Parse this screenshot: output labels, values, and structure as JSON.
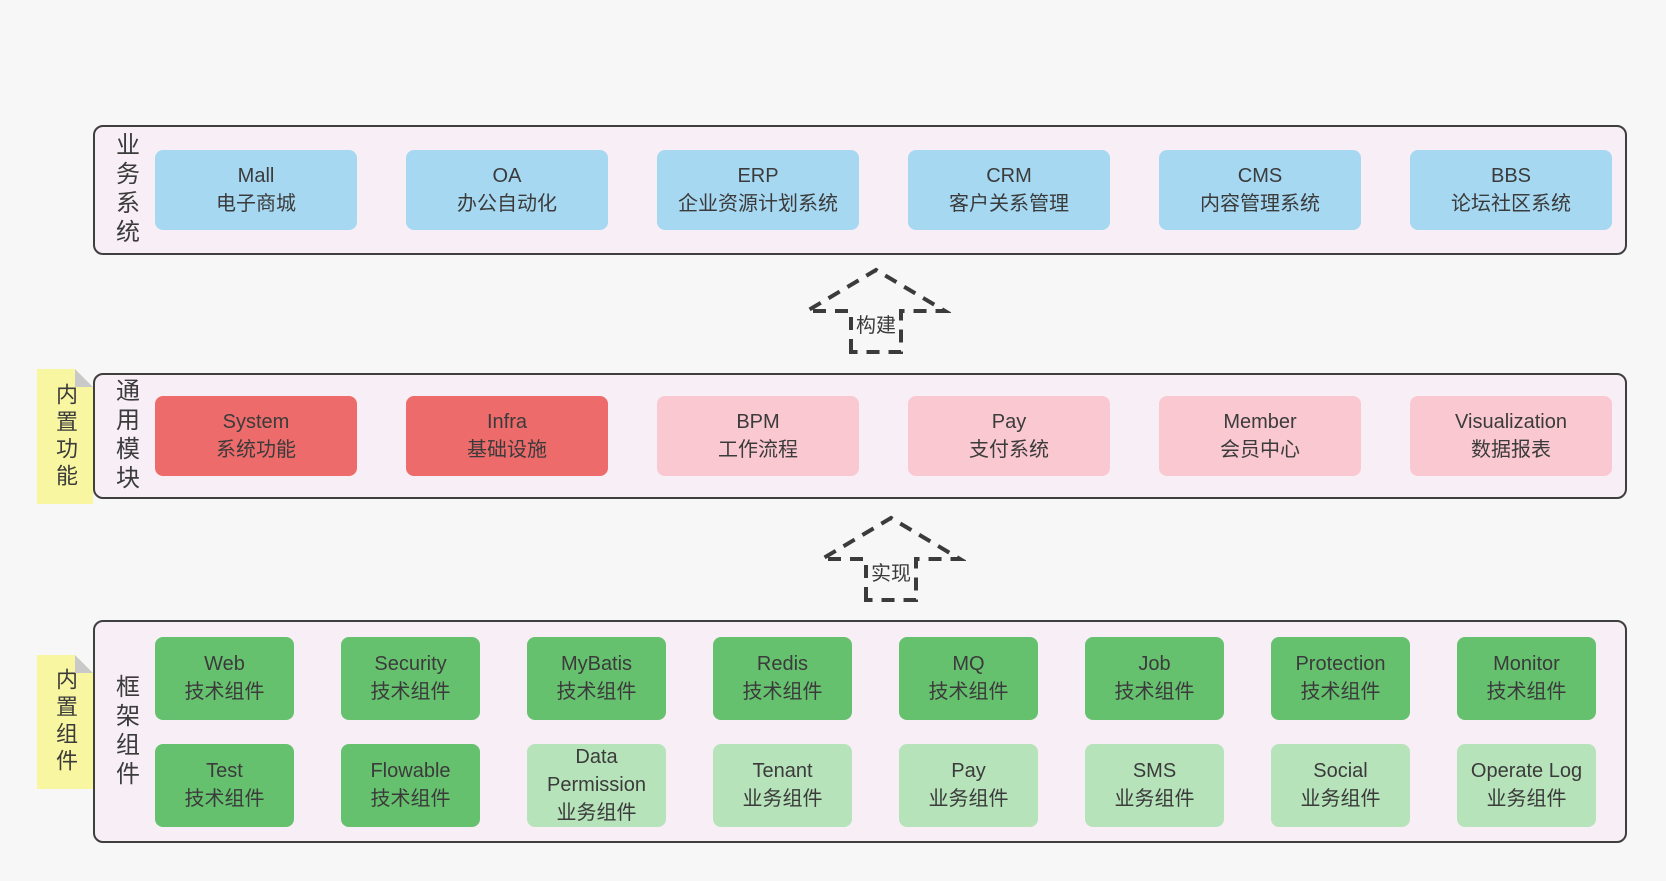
{
  "diagram": {
    "layers": [
      {
        "label": "业务系统",
        "boxes": [
          {
            "name": "Mall",
            "desc": "电子商城",
            "tone": "blue"
          },
          {
            "name": "OA",
            "desc": "办公自动化",
            "tone": "blue"
          },
          {
            "name": "ERP",
            "desc": "企业资源计划系统",
            "tone": "blue"
          },
          {
            "name": "CRM",
            "desc": "客户关系管理",
            "tone": "blue"
          },
          {
            "name": "CMS",
            "desc": "内容管理系统",
            "tone": "blue"
          },
          {
            "name": "BBS",
            "desc": "论坛社区系统",
            "tone": "blue"
          }
        ]
      },
      {
        "label": "通用模块",
        "tab": "内置功能",
        "boxes": [
          {
            "name": "System",
            "desc": "系统功能",
            "tone": "red"
          },
          {
            "name": "Infra",
            "desc": "基础设施",
            "tone": "red"
          },
          {
            "name": "BPM",
            "desc": "工作流程",
            "tone": "pink"
          },
          {
            "name": "Pay",
            "desc": "支付系统",
            "tone": "pink"
          },
          {
            "name": "Member",
            "desc": "会员中心",
            "tone": "pink"
          },
          {
            "name": "Visualization",
            "desc": "数据报表",
            "tone": "pink"
          }
        ]
      },
      {
        "label": "框架组件",
        "tab": "内置组件",
        "rows": [
          [
            {
              "name": "Web",
              "desc": "技术组件",
              "tone": "green"
            },
            {
              "name": "Security",
              "desc": "技术组件",
              "tone": "green"
            },
            {
              "name": "MyBatis",
              "desc": "技术组件",
              "tone": "green"
            },
            {
              "name": "Redis",
              "desc": "技术组件",
              "tone": "green"
            },
            {
              "name": "MQ",
              "desc": "技术组件",
              "tone": "green"
            },
            {
              "name": "Job",
              "desc": "技术组件",
              "tone": "green"
            },
            {
              "name": "Protection",
              "desc": "技术组件",
              "tone": "green"
            },
            {
              "name": "Monitor",
              "desc": "技术组件",
              "tone": "green"
            }
          ],
          [
            {
              "name": "Test",
              "desc": "技术组件",
              "tone": "green"
            },
            {
              "name": "Flowable",
              "desc": "技术组件",
              "tone": "green"
            },
            {
              "name": "Data Permission",
              "desc": "业务组件",
              "tone": "light-green"
            },
            {
              "name": "Tenant",
              "desc": "业务组件",
              "tone": "light-green"
            },
            {
              "name": "Pay",
              "desc": "业务组件",
              "tone": "light-green"
            },
            {
              "name": "SMS",
              "desc": "业务组件",
              "tone": "light-green"
            },
            {
              "name": "Social",
              "desc": "业务组件",
              "tone": "light-green"
            },
            {
              "name": "Operate Log",
              "desc": "业务组件",
              "tone": "light-green"
            }
          ]
        ]
      }
    ],
    "arrows": [
      {
        "label": "构建"
      },
      {
        "label": "实现"
      }
    ],
    "colors": {
      "page_bg": "#f7f7f7",
      "container_bg": "#f8eef6",
      "border": "#3f3f3f",
      "blue": "#a6d8f2",
      "red": "#ee6b6b",
      "pink": "#f9c8d0",
      "green": "#66c16f",
      "light_green": "#b6e3ba",
      "tab_yellow": "#f8f6a1",
      "fold_gray": "#c9c9c9",
      "text": "#3b3b3b"
    }
  }
}
